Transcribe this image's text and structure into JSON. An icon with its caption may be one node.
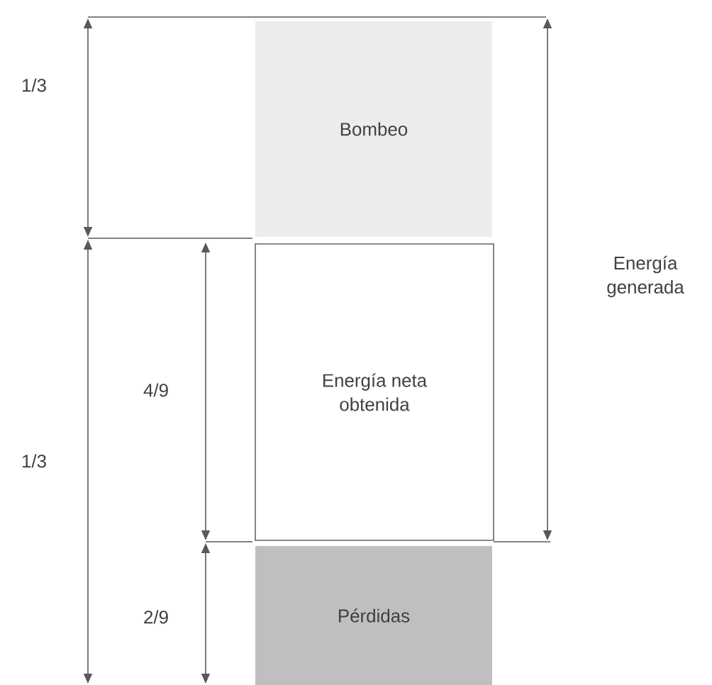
{
  "diagram": {
    "nodes": [
      {
        "text": [
          "Bombeo"
        ]
      },
      {
        "text": [
          "Energía neta obtenida"
        ]
      },
      {
        "text": [
          "Pérdidas"
        ]
      }
    ],
    "labels": [
      "1/3",
      "Energía generada",
      "4/9",
      "1/3",
      "2/9"
    ]
  }
}
